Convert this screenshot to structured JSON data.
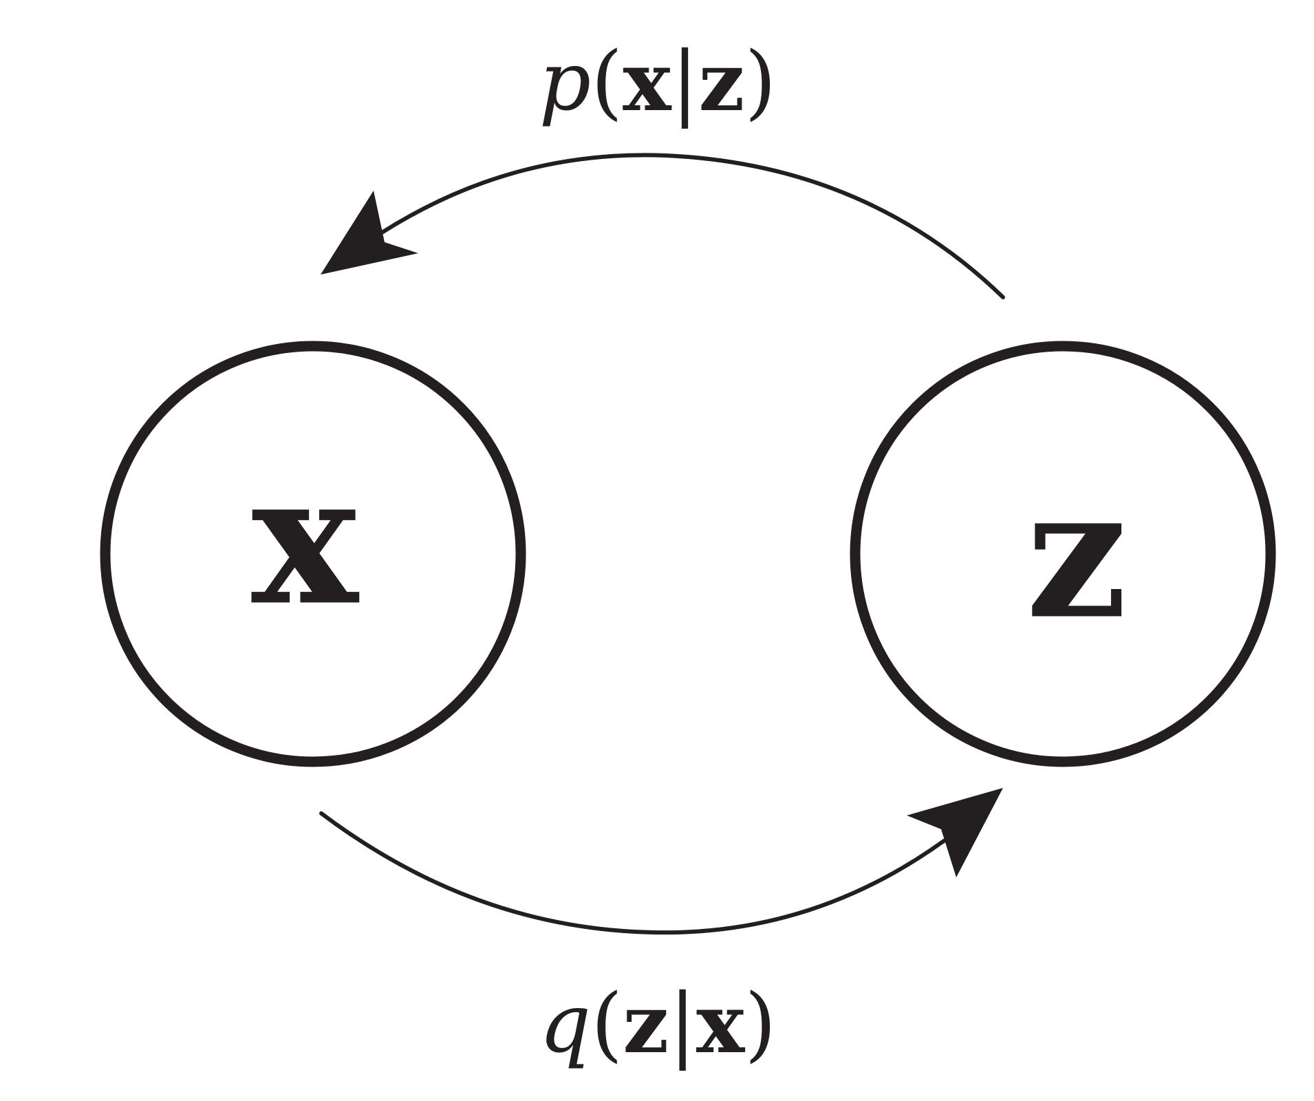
{
  "nodes": {
    "x": {
      "label": "x"
    },
    "z": {
      "label": "z"
    }
  },
  "edges": {
    "p": {
      "fn": "p",
      "target": "x",
      "given": "z"
    },
    "q": {
      "fn": "q",
      "target": "z",
      "given": "x"
    }
  },
  "colors": {
    "stroke": "#231f20",
    "background": "#ffffff"
  }
}
